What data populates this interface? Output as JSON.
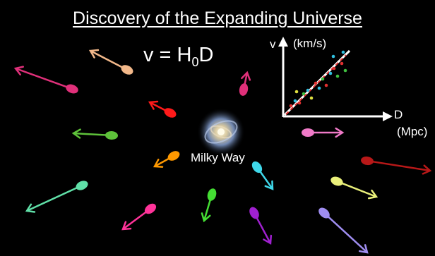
{
  "title": "Discovery of the Expanding Universe",
  "formula": {
    "lhs": "v = H",
    "subscript": "0",
    "rhs": "D"
  },
  "center_label": "Milky Way",
  "graph": {
    "y_axis_label": "v",
    "y_axis_unit": "(km/s)",
    "x_axis_label": "D",
    "x_axis_unit": "(Mpc)",
    "fit_line_color": "#ffffff",
    "dot_colors": [
      "#e03030",
      "#40c040",
      "#30c0e0",
      "#e0e040"
    ]
  },
  "galaxy_colors": {
    "peach": "#f2b88a",
    "pink": "#e0307a",
    "red": "#ff1a1a",
    "green": "#5ec23a",
    "orange": "#ff9900",
    "magenta": "#ff3399",
    "crimson": "#b81818",
    "cyan": "#3fd8ea",
    "mint": "#60e0a8",
    "lime": "#44dd33",
    "purple": "#a020d0",
    "lightpink": "#f07ac8",
    "yellow": "#eaf07a",
    "lavender": "#9f8df0"
  }
}
